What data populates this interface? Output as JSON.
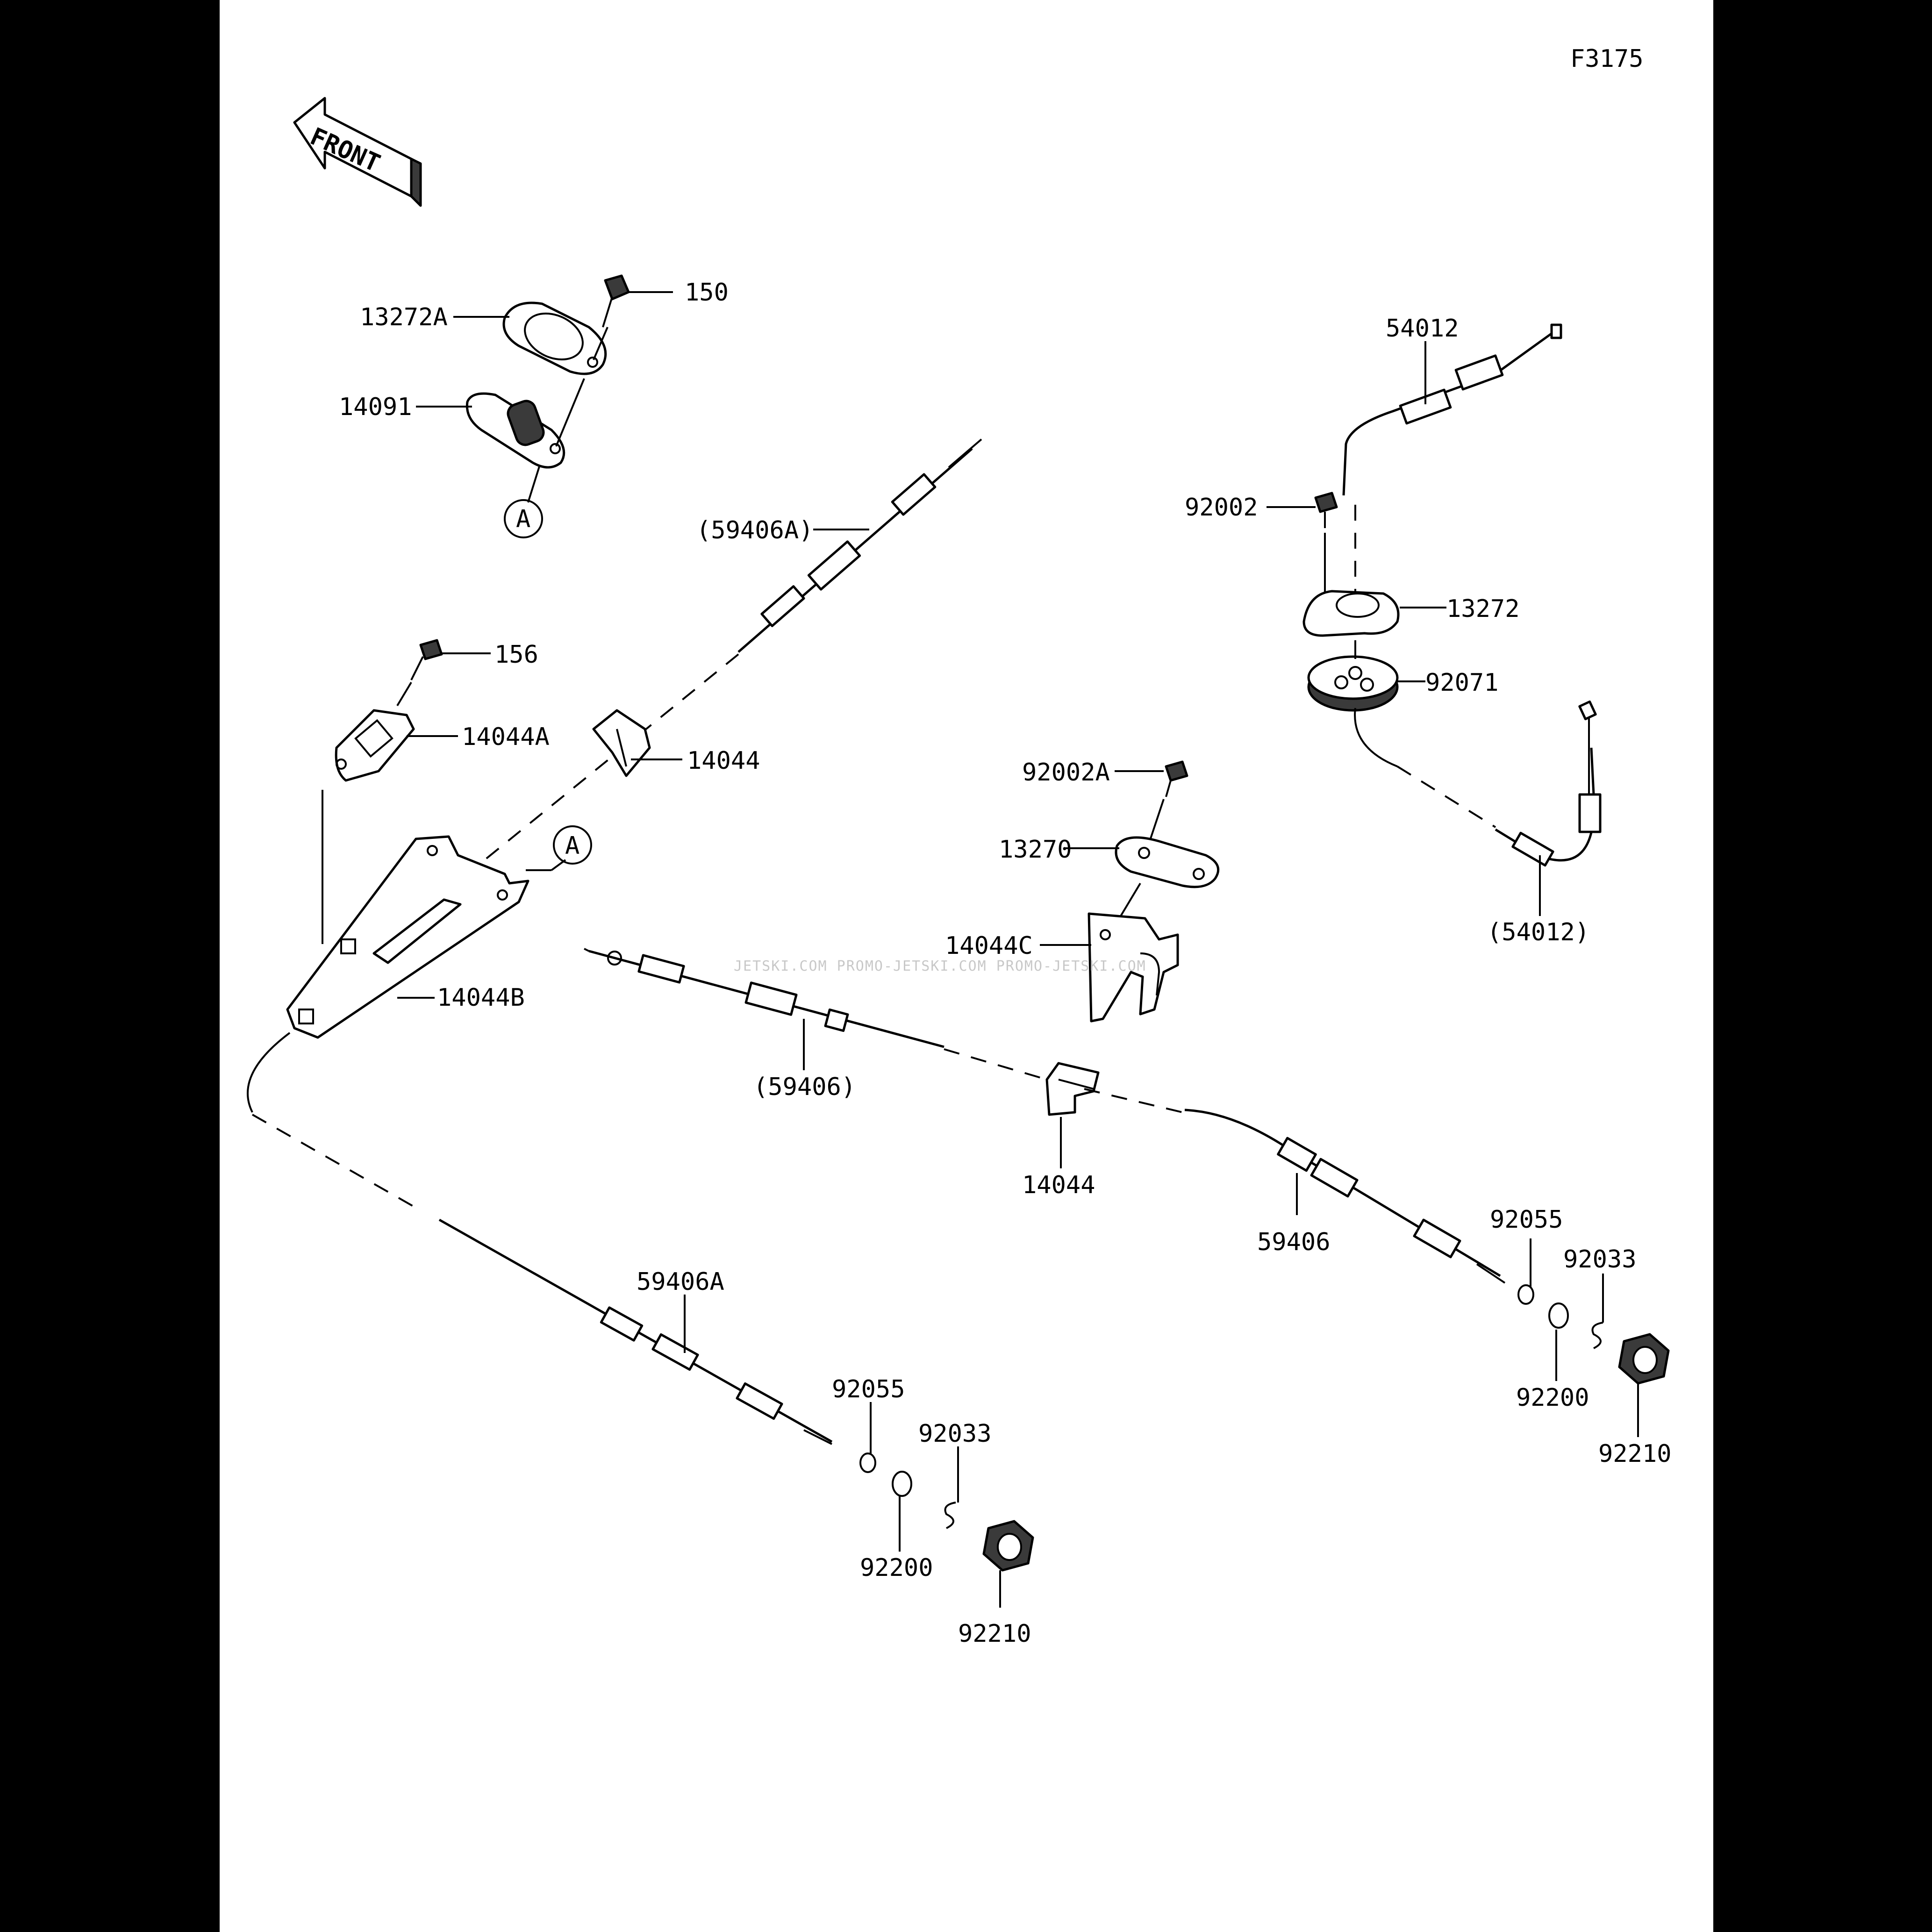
{
  "sheet_code": "F3175",
  "front_label": "FRONT",
  "watermark": "JETSKI.COM  PROMO-JETSKI.COM  PROMO-JETSKI.COM",
  "callouts": {
    "c150": "150",
    "c13272A": "13272A",
    "c14091": "14091",
    "cA_top": "A",
    "c59406A_paren": "(59406A)",
    "c156": "156",
    "c14044A": "14044A",
    "c14044_top": "14044",
    "cA_mid": "A",
    "c14044B": "14044B",
    "c54012": "54012",
    "c92002": "92002",
    "c13272": "13272",
    "c92071": "92071",
    "c92002A": "92002A",
    "c13270": "13270",
    "c14044C": "14044C",
    "c54012_paren": "(54012)",
    "c59406_paren": "(59406)",
    "c14044_mid": "14044",
    "c59406": "59406",
    "c92055_r": "92055",
    "c92033_r": "92033",
    "c92200_r": "92200",
    "c92210_r": "92210",
    "c59406A": "59406A",
    "c92055_l": "92055",
    "c92033_l": "92033",
    "c92200_l": "92200",
    "c92210_l": "92210"
  }
}
